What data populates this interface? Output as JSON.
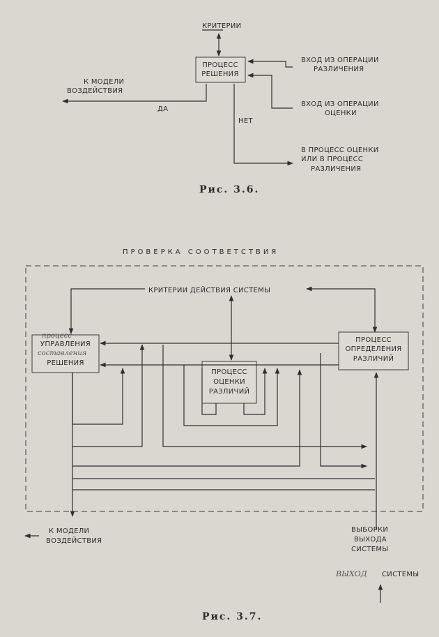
{
  "fig36": {
    "box": [
      "ПРОЦЕСС",
      "РЕШЕНИЯ"
    ],
    "criteria": "КРИТЕРИИ",
    "in_diff": [
      "ВХОД ИЗ ОПЕРАЦИИ",
      "РАЗЛИЧЕНИЯ"
    ],
    "in_eval": [
      "ВХОД ИЗ ОПЕРАЦИИ",
      "ОЦЕНКИ"
    ],
    "to_model": [
      "К МОДЕЛИ",
      "ВОЗДЕЙСТВИЯ"
    ],
    "yes": "ДА",
    "no": "НЕТ",
    "out": [
      "В ПРОЦЕСС ОЦЕНКИ",
      "ИЛИ В ПРОЦЕСС",
      "РАЗЛИЧЕНИЯ"
    ],
    "caption": "Рис. 3.6."
  },
  "fig37": {
    "title": "ПРОВЕРКА СООТВЕТСТВИЯ",
    "criteria": "КРИТЕРИИ   ДЕЙСТВИЯ   СИСТЕМЫ",
    "mgmt_box": [
      "УПРАВЛЕНИЯ",
      "РЕШЕНИЯ"
    ],
    "mgmt_handwritten": [
      "процесс",
      "составления"
    ],
    "eval_box": [
      "ПРОЦЕСС",
      "ОЦЕНКИ",
      "РАЗЛИЧИЙ"
    ],
    "diff_box": [
      "ПРОЦЕСС",
      "ОПРЕДЕЛЕНИЯ",
      "РАЗЛИЧИЙ"
    ],
    "to_model": [
      "К МОДЕЛИ",
      "ВОЗДЕЙСТВИЯ"
    ],
    "samples": [
      "ВЫБОРКИ",
      "ВЫХОДА",
      "СИСТЕМЫ"
    ],
    "output_italic": "ВЫХОД",
    "output_rest": "СИСТЕМЫ",
    "caption": "Рис. 3.7."
  }
}
